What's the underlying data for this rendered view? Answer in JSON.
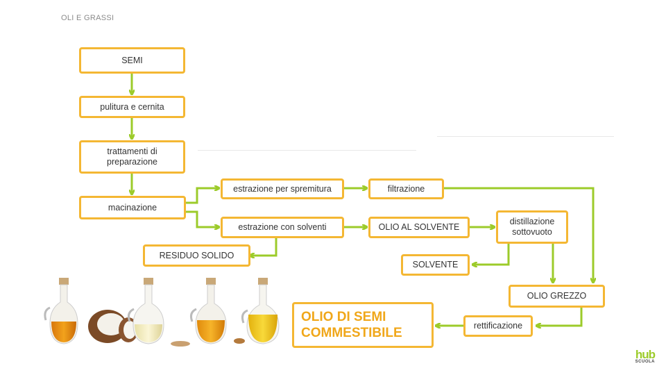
{
  "header": {
    "title": "OLI E GRASSI"
  },
  "flow": {
    "semi": "SEMI",
    "pulitura": "pulitura e cernita",
    "trattamenti": "trattamenti di\npreparazione",
    "macinazione": "macinazione",
    "spremitura": "estrazione per spremitura",
    "filtrazione": "filtrazione",
    "solventi": "estrazione con solventi",
    "olio_solvente": "OLIO AL SOLVENTE",
    "distillazione": "distillazione\nsottovuoto",
    "residuo": "RESIDUO SOLIDO",
    "solvente": "SOLVENTE",
    "olio_grezzo": "OLIO GREZZO",
    "rettificazione": "rettificazione",
    "finale": "OLIO DI SEMI\nCOMMESTIBILE"
  },
  "logo": {
    "mark": "hub",
    "sub": "SCUOLA"
  },
  "colors": {
    "box_border": "#f4b733",
    "arrow": "#9ccb2a",
    "final_text": "#f0a71a"
  }
}
